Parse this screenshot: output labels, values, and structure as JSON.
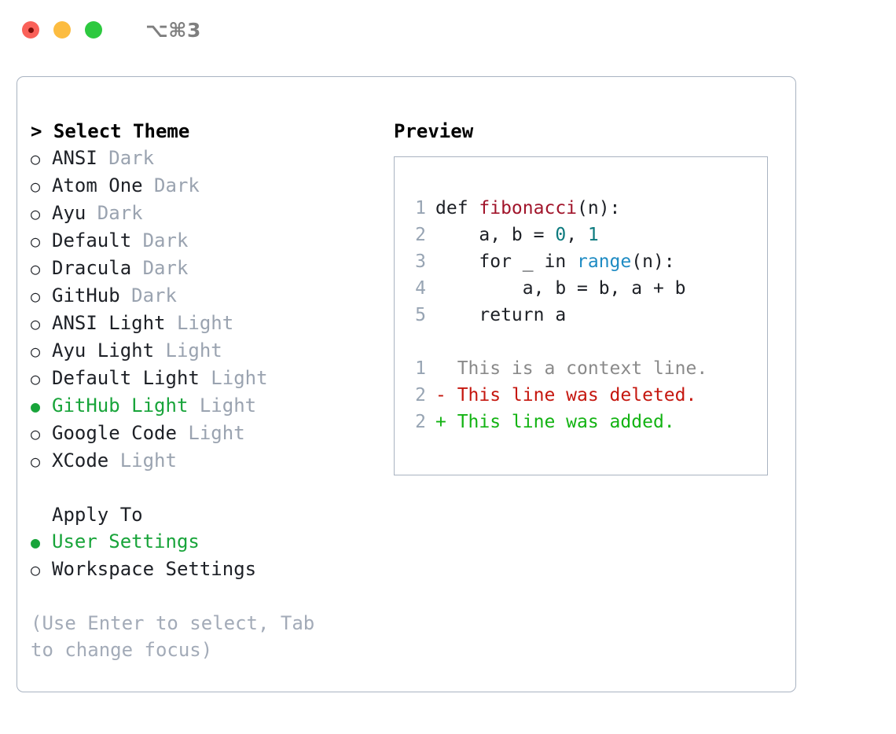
{
  "titlebar": {
    "shortcut": "⌥⌘3",
    "buttons": {
      "close": "close",
      "minimize": "minimize",
      "maximize": "maximize"
    }
  },
  "theme_section": {
    "header": "> Select Theme",
    "options": [
      {
        "marker": "○",
        "label": "ANSI",
        "tag": " Dark",
        "selected": false
      },
      {
        "marker": "○",
        "label": "Atom One",
        "tag": " Dark",
        "selected": false
      },
      {
        "marker": "○",
        "label": "Ayu",
        "tag": " Dark",
        "selected": false
      },
      {
        "marker": "○",
        "label": "Default",
        "tag": " Dark",
        "selected": false
      },
      {
        "marker": "○",
        "label": "Dracula",
        "tag": " Dark",
        "selected": false
      },
      {
        "marker": "○",
        "label": "GitHub",
        "tag": " Dark",
        "selected": false
      },
      {
        "marker": "○",
        "label": "ANSI Light",
        "tag": " Light",
        "selected": false
      },
      {
        "marker": "○",
        "label": "Ayu Light",
        "tag": " Light",
        "selected": false
      },
      {
        "marker": "○",
        "label": "Default Light",
        "tag": " Light",
        "selected": false
      },
      {
        "marker": "●",
        "label": "GitHub Light",
        "tag": " Light",
        "selected": true
      },
      {
        "marker": "○",
        "label": "Google Code",
        "tag": " Light",
        "selected": false
      },
      {
        "marker": "○",
        "label": "XCode",
        "tag": " Light",
        "selected": false
      }
    ]
  },
  "apply_section": {
    "header": "Apply To",
    "options": [
      {
        "marker": "●",
        "label": "User Settings",
        "selected": true
      },
      {
        "marker": "○",
        "label": "Workspace Settings",
        "selected": false
      }
    ]
  },
  "hint": "(Use Enter to select, Tab to change focus)",
  "preview": {
    "title": "Preview",
    "code_lines": [
      {
        "num": "1",
        "tokens": [
          {
            "text": "def ",
            "kind": "plain"
          },
          {
            "text": "fibonacci",
            "kind": "fn"
          },
          {
            "text": "(n):",
            "kind": "plain"
          }
        ]
      },
      {
        "num": "2",
        "tokens": [
          {
            "text": "    a, b = ",
            "kind": "plain"
          },
          {
            "text": "0",
            "kind": "num"
          },
          {
            "text": ", ",
            "kind": "plain"
          },
          {
            "text": "1",
            "kind": "num"
          }
        ]
      },
      {
        "num": "3",
        "tokens": [
          {
            "text": "    for _ in ",
            "kind": "plain"
          },
          {
            "text": "range",
            "kind": "call"
          },
          {
            "text": "(n):",
            "kind": "plain"
          }
        ]
      },
      {
        "num": "4",
        "tokens": [
          {
            "text": "        a, b = b, a + b",
            "kind": "plain"
          }
        ]
      },
      {
        "num": "5",
        "tokens": [
          {
            "text": "    return a",
            "kind": "plain"
          }
        ]
      }
    ],
    "diff_lines": [
      {
        "num": "1",
        "text": "  This is a context line.",
        "kind": "ctx"
      },
      {
        "num": "2",
        "text": "- This line was deleted.",
        "kind": "del"
      },
      {
        "num": "2",
        "text": "+ This line was added.",
        "kind": "add"
      }
    ]
  },
  "colors": {
    "accent_green": "#18a43a",
    "muted": "#9aa3b0",
    "border": "#a9b3c1",
    "fn_red": "#a1152b",
    "num_teal": "#0c7a7e",
    "call_blue": "#1e8bc3",
    "diff_add": "#13b313",
    "diff_del": "#c5170f",
    "light_close": "#fa6159",
    "light_min": "#fcbc40",
    "light_max": "#2dc93f"
  }
}
